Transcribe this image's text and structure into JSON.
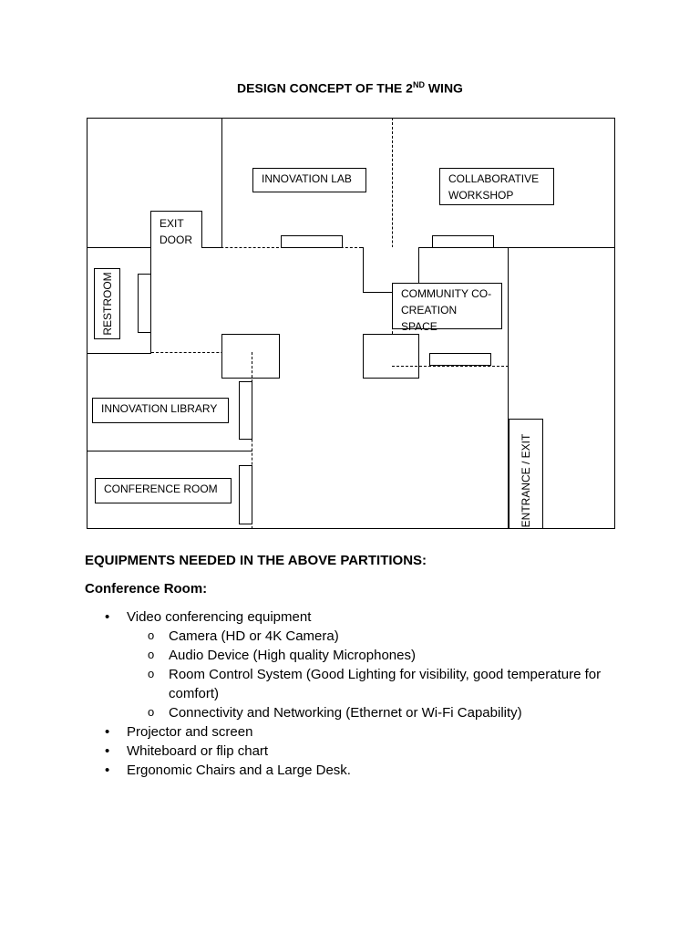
{
  "title": {
    "main": "DESIGN CONCEPT OF THE 2",
    "sup": "ND",
    "tail": " WING"
  },
  "rooms": {
    "innovation_lab": "INNOVATION LAB",
    "collaborative_workshop": "COLLABORATIVE WORKSHOP",
    "exit_door": "EXIT DOOR",
    "restroom": "RESTROOM",
    "community_space": "COMMUNITY CO-CREATION SPACE",
    "innovation_library": "INNOVATION LIBRARY",
    "conference_room": "CONFERENCE ROOM",
    "entrance_exit": "ENTRANCE / EXIT"
  },
  "section": {
    "heading": "EQUIPMENTS NEEDED IN THE ABOVE PARTITIONS:",
    "subheading": "Conference Room:",
    "items": [
      {
        "text": "Video conferencing equipment",
        "sub": [
          "Camera (HD or 4K Camera)",
          "Audio Device (High quality Microphones)",
          "Room Control System (Good Lighting for visibility, good temperature for comfort)",
          "Connectivity and Networking (Ethernet or Wi-Fi Capability)"
        ]
      },
      {
        "text": "Projector and screen",
        "sub": []
      },
      {
        "text": "Whiteboard or flip chart",
        "sub": []
      },
      {
        "text": "Ergonomic Chairs and a Large Desk.",
        "sub": []
      }
    ]
  }
}
